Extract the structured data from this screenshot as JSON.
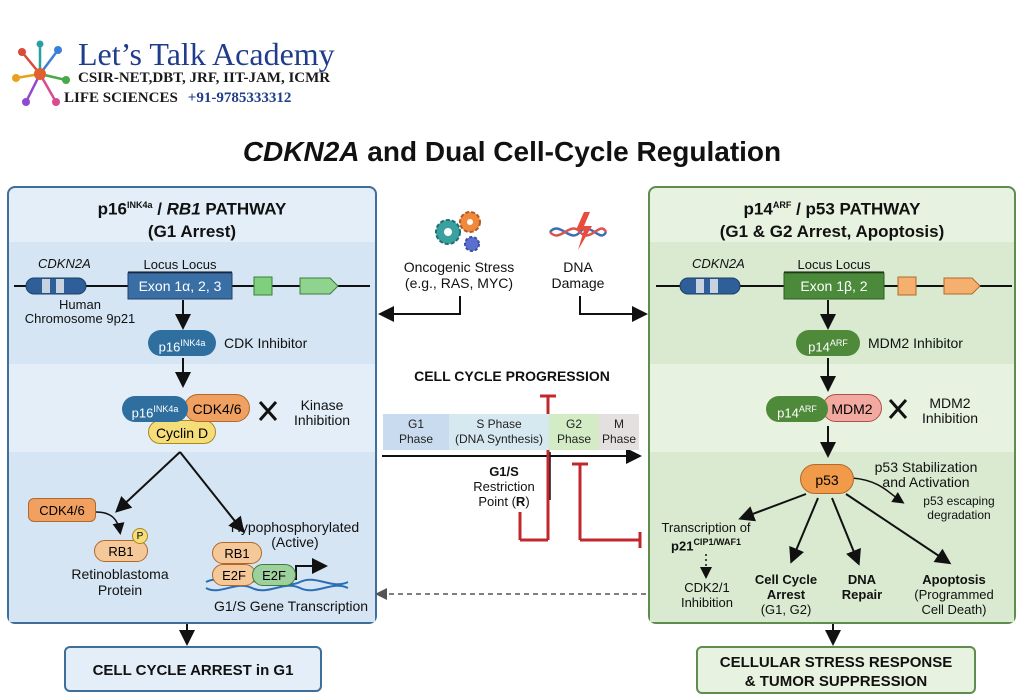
{
  "logo": {
    "title": "Let’s Talk Academy",
    "subtitle": "CSIR-NET,DBT, JRF, IIT-JAM, ICMR",
    "subtitle2": "LIFE SCIENCES",
    "phone": "+91-9785333312"
  },
  "title_italic": "CDKN2A",
  "title_rest": " and Dual Cell-Cycle Regulation",
  "left": {
    "title_p": "p16",
    "title_sup": "INK4a",
    "title_sep": " / ",
    "title_gene": "RB1",
    "title_rest": " PATHWAY",
    "title_line2": "(G1 Arrest)",
    "gene": "CDKN2A",
    "locus": "Locus Locus",
    "exon": "Exon 1α, 2, 3",
    "chrom": "Human",
    "chrom2": "Chromosome 9p21",
    "protein": "p16",
    "protein_sup": "INK4a",
    "protein_role": "CDK Inhibitor",
    "complex_cdk": "CDK4/6",
    "complex_cyclin": "Cyclin D",
    "kinase": "Kinase",
    "kinase2": "Inhibition",
    "cdk_active": "CDK4/6",
    "rb1": "RB1",
    "phos": "P",
    "rb_name": "Retinoblastoma",
    "rb_name2": "Protein",
    "hypo": "Hypophosphorylated",
    "hypo2": "(Active)",
    "rb1b": "RB1",
    "e2f_a": "E2F",
    "e2f_b": "E2F",
    "transcription": "G1/S Gene Transcription"
  },
  "right": {
    "title_p": "p14",
    "title_sup": "ARF",
    "title_rest": " / p53 PATHWAY",
    "title_line2": "(G1 & G2 Arrest, Apoptosis)",
    "gene": "CDKN2A",
    "locus": "Locus Locus",
    "exon": "Exon 1β, 2",
    "protein": "p14",
    "protein_sup": "ARF",
    "protein_role": "MDM2 Inhibitor",
    "mdm2": "MDM2",
    "mdm2_inh": "MDM2",
    "mdm2_inh2": "Inhibition",
    "p53": "p53",
    "stab": "p53 Stabilization",
    "stab2": "and Activation",
    "escape": "p53 escaping",
    "escape2": "degradation",
    "trans": "Transcription of",
    "p21": "p21",
    "p21_sup": "CIP1/WAF1",
    "cdk_inh": "CDK2/1",
    "cdk_inh2": "Inhibition",
    "arrest": "Cell Cycle",
    "arrest2": "Arrest",
    "arrest3": "(G1, G2)",
    "repair": "DNA",
    "repair2": "Repair",
    "apop": "Apoptosis",
    "apop2": "(Programmed",
    "apop3": "Cell Death)"
  },
  "center": {
    "stress": "Oncogenic Stress",
    "stress2": "(e.g., RAS, MYC)",
    "dna": "DNA",
    "dna2": "Damage",
    "progression": "CELL CYCLE PROGRESSION",
    "phases": [
      {
        "name": "G1",
        "sub": "Phase"
      },
      {
        "name": "S Phase",
        "sub": "(DNA Synthesis)"
      },
      {
        "name": "G2",
        "sub": "Phase"
      },
      {
        "name": "M",
        "sub": "Phase"
      }
    ],
    "restriction": "G1/S",
    "restriction2": "Restriction",
    "restriction3": "Point (",
    "restriction_r": "R",
    "restriction_end": ")"
  },
  "outputs": {
    "left": "CELL CYCLE ARREST in G1",
    "right": "CELLULAR STRESS RESPONSE",
    "right2": "& TUMOR SUPPRESSION"
  },
  "colors": {
    "left_panel": "#e3eef8",
    "right_panel": "#e8f2e1",
    "inhibit": "#c0282d",
    "blue_protein": "#2f6f9f",
    "green_protein": "#4f8a3a",
    "orange": "#f0a060"
  }
}
